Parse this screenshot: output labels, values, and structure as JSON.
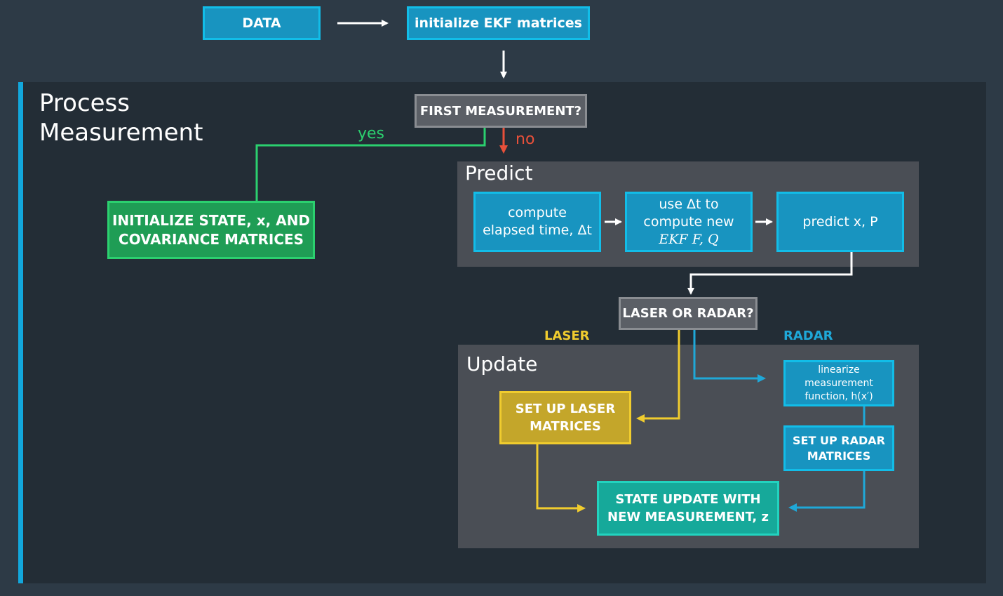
{
  "top": {
    "data_label": "DATA",
    "init_label": "initialize EKF matrices"
  },
  "process": {
    "title_line1": "Process",
    "title_line2": "Measurement"
  },
  "first_measurement": {
    "label": "FIRST MEASUREMENT?",
    "yes_label": "yes",
    "no_label": "no"
  },
  "init_state": {
    "line1": "INITIALIZE STATE, x, AND",
    "line2": "COVARIANCE MATRICES"
  },
  "predict": {
    "title": "Predict",
    "compute_line1": "compute",
    "compute_line2": "elapsed time, Δt",
    "use_line1": "use Δt to",
    "use_line2": "compute new",
    "use_line3": "EKF F, Q",
    "predict_label": "predict x, P"
  },
  "sensor": {
    "label": "LASER OR RADAR?",
    "laser_label": "LASER",
    "radar_label": "RADAR"
  },
  "update": {
    "title": "Update",
    "laser_line1": "SET UP LASER",
    "laser_line2": "MATRICES",
    "linearize_line1": "linearize",
    "linearize_line2": "measurement",
    "linearize_line3": "function, h(x′)",
    "radar_line1": "SET UP RADAR",
    "radar_line2": "MATRICES",
    "state_line1": "STATE UPDATE WITH",
    "state_line2": "NEW MEASUREMENT, z"
  },
  "colors": {
    "background": "#2d3a46",
    "panel": "#232d36",
    "blue": "#1894c0",
    "green": "#1f9d55",
    "yellow": "#c4a62a",
    "teal": "#16a99a",
    "red_arrow": "#e8503a",
    "laser_text": "#f0cc2e",
    "radar_text": "#1fa8d8"
  }
}
